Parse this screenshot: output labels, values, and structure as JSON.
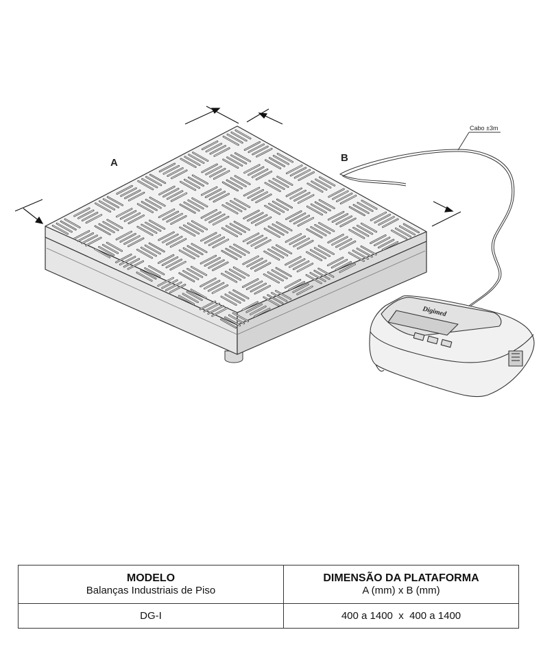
{
  "drawing": {
    "labels": {
      "dimension_a": "A",
      "dimension_b": "B",
      "cable": "Cabo ±3m"
    },
    "display_brand": "Digimed"
  },
  "table": {
    "columns": [
      {
        "title": "MODELO",
        "subtitle": "Balanças Industriais de Piso"
      },
      {
        "title": "DIMENSÃO DA PLATAFORMA",
        "subtitle": "A (mm) x B (mm)"
      }
    ],
    "rows": [
      {
        "model": "DG-I",
        "dimension": "400 a 1400  x  400 a 1400"
      }
    ]
  }
}
